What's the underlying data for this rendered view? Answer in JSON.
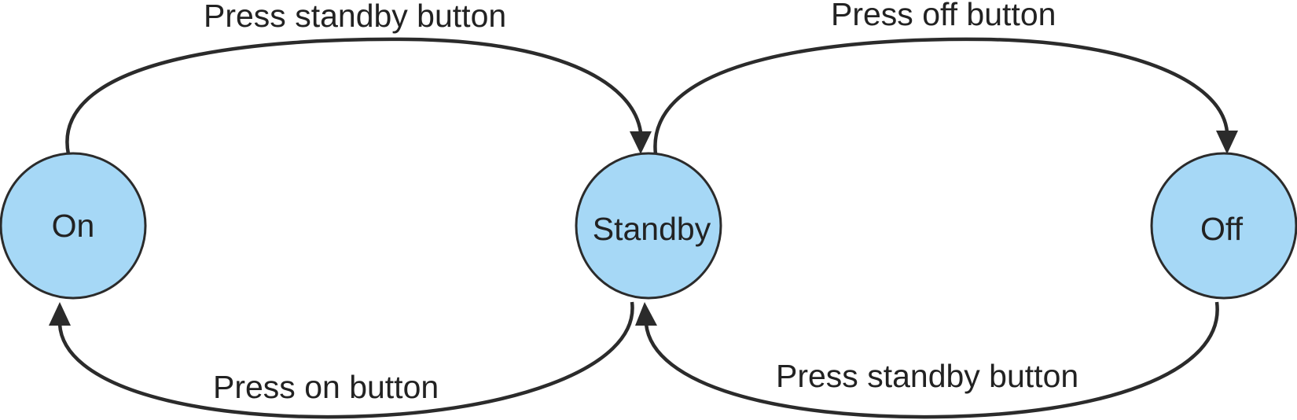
{
  "diagram": {
    "states": [
      {
        "id": "on",
        "label": "On"
      },
      {
        "id": "standby",
        "label": "Standby"
      },
      {
        "id": "off",
        "label": "Off"
      }
    ],
    "transitions": [
      {
        "from": "on",
        "to": "standby",
        "label": "Press standby button"
      },
      {
        "from": "standby",
        "to": "off",
        "label": "Press off button"
      },
      {
        "from": "standby",
        "to": "on",
        "label": "Press on button"
      },
      {
        "from": "off",
        "to": "standby",
        "label": "Press standby button"
      }
    ],
    "colors": {
      "state_fill": "#a6d8f6",
      "stroke": "#2b2b2b",
      "text": "#222222",
      "background": "#ffffff"
    }
  }
}
